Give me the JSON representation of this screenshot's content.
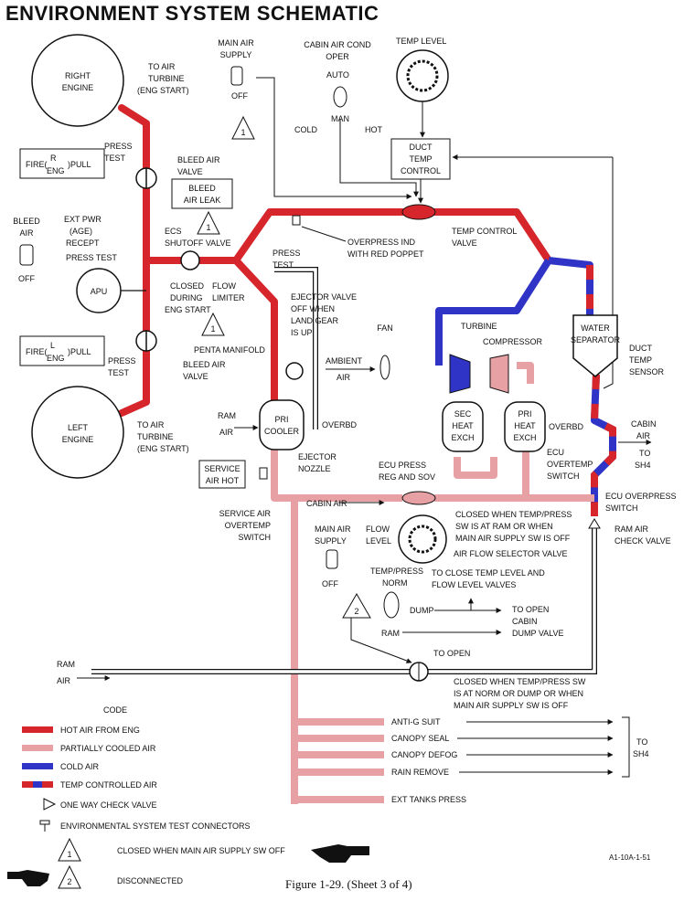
{
  "title": "ENVIRONMENT SYSTEM SCHEMATIC",
  "caption": "Figure 1-29. (Sheet 3 of 4)",
  "doc_number": "A1-10A-1-51",
  "colors": {
    "hot_air": "#d6262b",
    "partially_cooled": "#e7a0a4",
    "cold_air": "#2f34c7",
    "line": "#111111"
  },
  "labels": {
    "right_engine": [
      "RIGHT",
      "ENGINE"
    ],
    "left_engine": [
      "LEFT",
      "ENGINE"
    ],
    "apu": "APU",
    "to_air_turbine_top": [
      "TO AIR",
      "TURBINE",
      "(ENG START)"
    ],
    "to_air_turbine_bottom": [
      "TO AIR",
      "TURBINE",
      "(ENG START)"
    ],
    "fire_r": [
      "FIRE(",
      "R",
      "ENG",
      ")PULL"
    ],
    "fire_l": [
      "FIRE(",
      "L",
      "ENG",
      ")PULL"
    ],
    "press_test_top": [
      "PRESS",
      "TEST"
    ],
    "press_test_mid": "PRESS TEST",
    "press_test_bottom": [
      "PRESS",
      "TEST"
    ],
    "bleed_air_valve_top": [
      "BLEED AIR",
      "VALVE"
    ],
    "bleed_air_valve_bottom": [
      "BLEED AIR",
      "VALVE"
    ],
    "bleed_air_leak": [
      "BLEED",
      "AIR LEAK"
    ],
    "bleed_air_switch": [
      "BLEED",
      "AIR"
    ],
    "bleed_air_off": "OFF",
    "ext_pwr": [
      "EXT PWR",
      "(AGE)",
      "RECEPT"
    ],
    "ecs": [
      "ECS",
      "SHUTOFF VALVE"
    ],
    "closed_during": [
      "CLOSED",
      "DURING",
      "ENG START"
    ],
    "flow_limiter": [
      "FLOW",
      "LIMITER"
    ],
    "penta_manifold": "PENTA MANIFOLD",
    "main_air_supply_top": [
      "MAIN AIR",
      "SUPPLY"
    ],
    "off_top": "OFF",
    "cabin_air_cond": [
      "CABIN AIR COND",
      "OPER"
    ],
    "auto": "AUTO",
    "cold": "COLD",
    "man": "MAN",
    "hot": "HOT",
    "temp_level": "TEMP LEVEL",
    "duct_temp_control": [
      "DUCT",
      "TEMP",
      "CONTROL"
    ],
    "temp_control_valve": [
      "TEMP CONTROL",
      "VALVE"
    ],
    "press_test_ctr": [
      "PRESS",
      "TEST"
    ],
    "overpress_ind": [
      "OVERPRESS IND",
      "WITH RED POPPET"
    ],
    "ejector_valve": [
      "EJECTOR VALVE",
      "OFF WHEN",
      "LAND GEAR",
      "IS UP"
    ],
    "fan": "FAN",
    "turbine": "TURBINE",
    "compressor": "COMPRESSOR",
    "water_separator": [
      "WATER",
      "SEPARATOR"
    ],
    "duct_temp_sensor": [
      "DUCT",
      "TEMP",
      "SENSOR"
    ],
    "ambient_air": [
      "AMBIENT",
      "AIR"
    ],
    "ram_air_left": [
      "RAM",
      "AIR"
    ],
    "pri_cooler": [
      "PRI",
      "COOLER"
    ],
    "overbd_left": "OVERBD",
    "ejector_nozzle": [
      "EJECTOR",
      "NOZZLE"
    ],
    "sec_heat_exch": [
      "SEC",
      "HEAT",
      "EXCH"
    ],
    "pri_heat_exch": [
      "PRI",
      "HEAT",
      "EXCH"
    ],
    "overbd_right": "OVERBD",
    "ecu_press_reg": [
      "ECU PRESS",
      "REG AND SOV"
    ],
    "ecu_overtemp": [
      "ECU",
      "OVERTEMP",
      "SWITCH"
    ],
    "cabin_air_right": [
      "CABIN",
      "AIR",
      "TO",
      "SH4"
    ],
    "ecu_overpress": [
      "ECU OVERPRESS",
      "SWITCH"
    ],
    "ram_air_check": [
      "RAM AIR",
      "CHECK VALVE"
    ],
    "service_air_hot": [
      "SERVICE",
      "AIR HOT"
    ],
    "service_air_overtemp": [
      "SERVICE AIR",
      "OVERTEMP",
      "SWITCH"
    ],
    "cabin_air_mid": "CABIN AIR",
    "closed_when_temp1": [
      "CLOSED WHEN TEMP/PRESS",
      "SW IS AT RAM OR WHEN",
      "MAIN AIR SUPPLY SW IS OFF"
    ],
    "air_flow_selector": "AIR FLOW SELECTOR VALVE",
    "main_air_supply_mid": [
      "MAIN AIR",
      "SUPPLY"
    ],
    "off_mid": "OFF",
    "flow_level": [
      "FLOW",
      "LEVEL"
    ],
    "temp_press_norm": [
      "TEMP/PRESS",
      "NORM"
    ],
    "to_close": [
      "TO CLOSE TEMP LEVEL AND",
      "FLOW LEVEL VALVES"
    ],
    "dump": "DUMP",
    "ram_switch": "RAM",
    "to_open_cabin": [
      "TO OPEN",
      "CABIN",
      "DUMP VALVE"
    ],
    "to_open": "TO OPEN",
    "ram_air_bottom": [
      "RAM",
      "AIR"
    ],
    "closed_when_temp2": [
      "CLOSED WHEN TEMP/PRESS SW",
      "IS AT NORM OR DUMP OR WHEN",
      "MAIN AIR SUPPLY SW IS OFF"
    ],
    "anti_g": "ANTI-G SUIT",
    "canopy_seal": "CANOPY SEAL",
    "canopy_defog": "CANOPY DEFOG",
    "rain_remove": "RAIN REMOVE",
    "ext_tanks": "EXT TANKS PRESS",
    "to_sh4": [
      "TO",
      "SH4"
    ],
    "note1": "1",
    "note2": "2"
  },
  "legend": {
    "code": "CODE",
    "hot_air": "HOT AIR FROM ENG",
    "partially_cooled": "PARTIALLY COOLED AIR",
    "cold_air": "COLD AIR",
    "temp_controlled": "TEMP CONTROLLED AIR",
    "check_valve": "ONE WAY CHECK VALVE",
    "test_connectors": "ENVIRONMENTAL SYSTEM TEST CONNECTORS",
    "note1": "CLOSED WHEN MAIN AIR SUPPLY SW OFF",
    "note2": "DISCONNECTED"
  }
}
